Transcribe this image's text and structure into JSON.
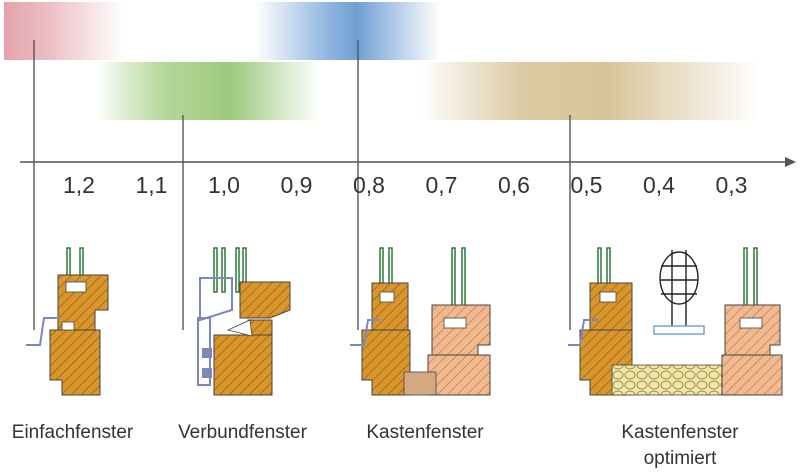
{
  "axis": {
    "ticks": [
      "1,2",
      "1,1",
      "1,0",
      "0,9",
      "0,8",
      "0,7",
      "0,6",
      "0,5",
      "0,4",
      "0,3"
    ]
  },
  "ranges": [
    {
      "id": "einfach",
      "color": "#d98c96"
    },
    {
      "id": "kasten",
      "color": "#6f9fd3"
    },
    {
      "id": "verbund",
      "color": "#9cc97c"
    },
    {
      "id": "kasten-optimiert",
      "color": "#d8c49a"
    }
  ],
  "windows": [
    {
      "label": "Einfachfenster"
    },
    {
      "label": "Verbundfenster"
    },
    {
      "label": "Kastenfenster"
    },
    {
      "label": "Kastenfenster",
      "label2": "optimiert"
    }
  ],
  "colors": {
    "wood": "#d9962c",
    "wood_light": "#f2b98f",
    "glass": "#2e7a3a",
    "metal": "#9aa7d4",
    "insulation": "#f3e6a2",
    "board": "#d4a883"
  }
}
